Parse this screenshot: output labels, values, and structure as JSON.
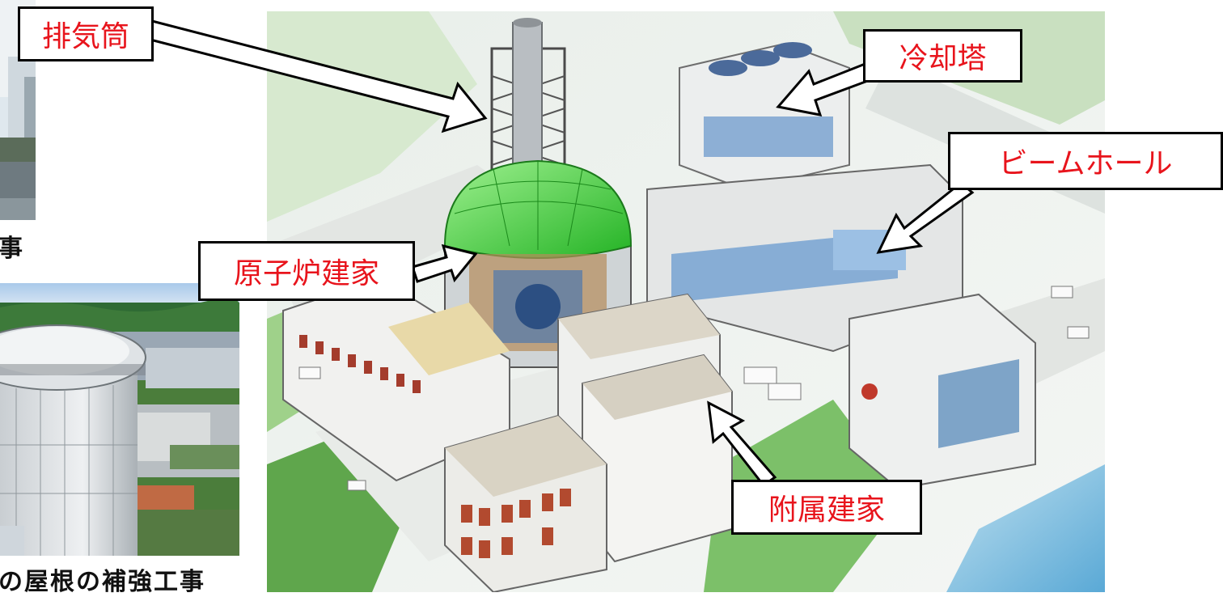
{
  "captions": {
    "top": "事",
    "bottom": "の屋根の補強工事"
  },
  "labels": {
    "stack": "排気筒",
    "cooling_tower": "冷却塔",
    "beam_hole": "ビームホール",
    "reactor_building": "原子炉建家",
    "annex_building": "附属建家"
  },
  "colors": {
    "label_text": "#e8141c",
    "dome": "#3ec83a"
  }
}
